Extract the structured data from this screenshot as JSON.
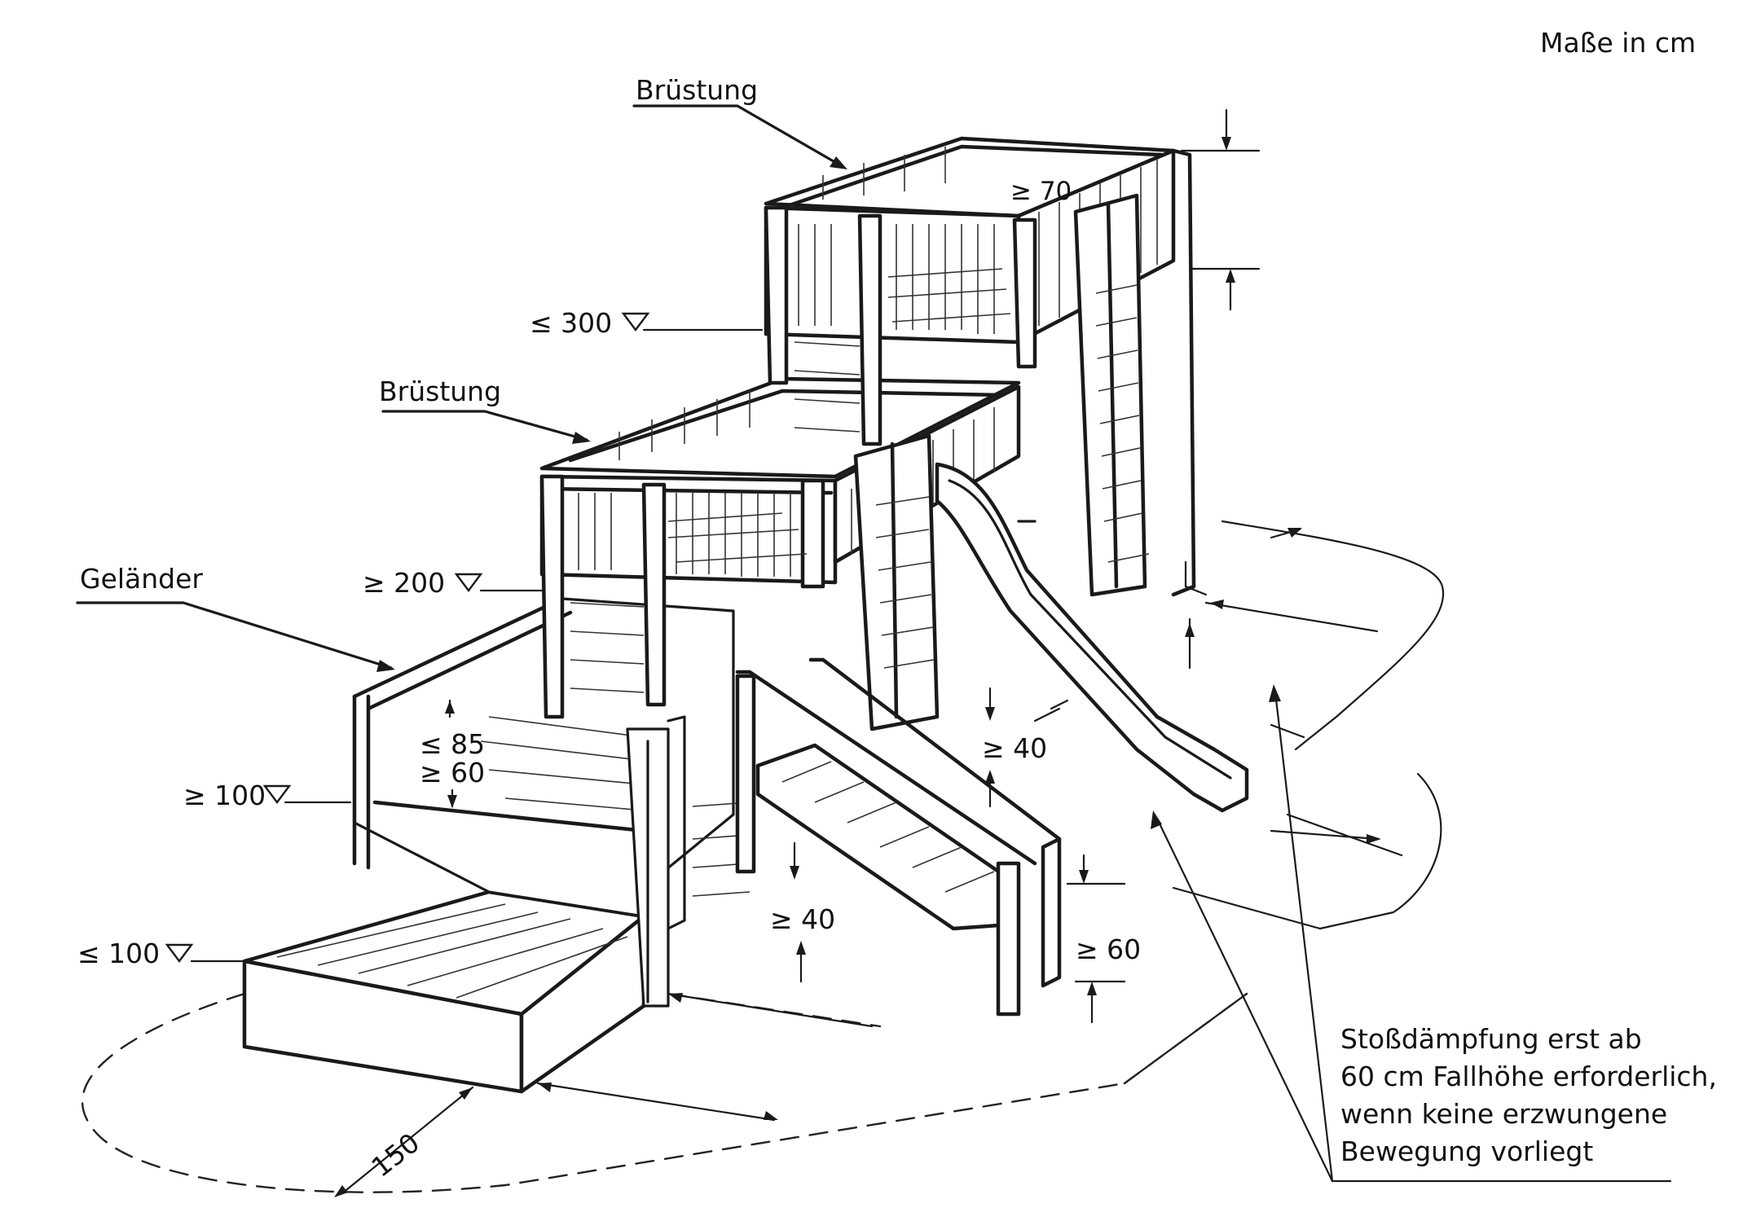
{
  "units_note": "Maße in cm",
  "labels": {
    "bruestung_top": "Brüstung",
    "bruestung_mid": "Brüstung",
    "gelaender": "Geländer"
  },
  "dimensions": {
    "level_300": "≤ 300",
    "level_200": "≥ 200",
    "level_100": "≥ 100",
    "level_low_100": "≤ 100",
    "railing_85": "≤ 85",
    "railing_60": "≥ 60",
    "top_70": "≥ 70",
    "gap_40_right": "≥ 40",
    "gap_40_mid": "≥ 40",
    "height_60": "≥ 60",
    "zone_150": "150"
  },
  "note": {
    "line1": "Stoßdämpfung erst ab",
    "line2": "60 cm Fallhöhe erforderlich,",
    "line3": "wenn keine erzwungene",
    "line4": "Bewegung vorliegt"
  }
}
